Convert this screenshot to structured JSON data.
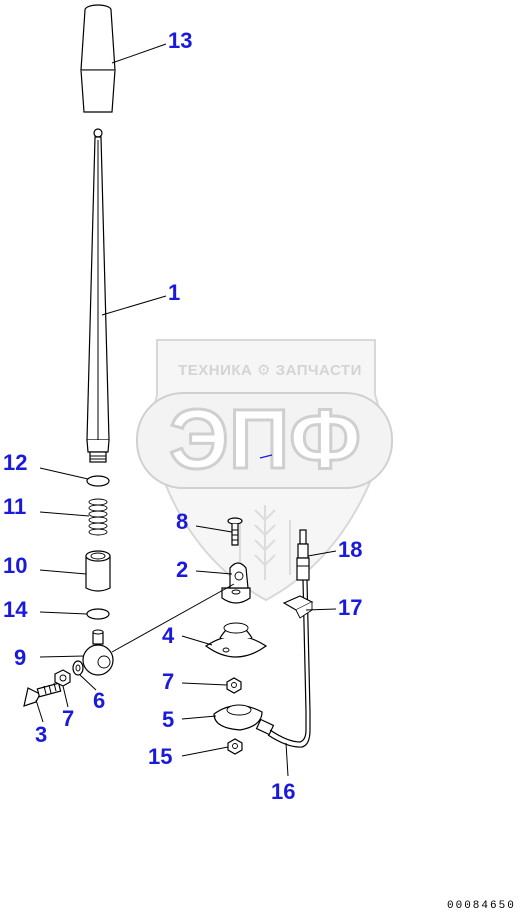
{
  "watermark": {
    "top_text": "ТЕХНИКА ⚙ ЗАПЧАСТИ",
    "big_text": "ЭПФ"
  },
  "figure_number": "00084650",
  "callouts": [
    {
      "id": "13",
      "label": "13"
    },
    {
      "id": "1",
      "label": "1"
    },
    {
      "id": "12",
      "label": "12"
    },
    {
      "id": "11",
      "label": "11"
    },
    {
      "id": "10",
      "label": "10"
    },
    {
      "id": "14",
      "label": "14"
    },
    {
      "id": "9",
      "label": "9"
    },
    {
      "id": "3",
      "label": "3"
    },
    {
      "id": "7a",
      "label": "7"
    },
    {
      "id": "6",
      "label": "6"
    },
    {
      "id": "8",
      "label": "8"
    },
    {
      "id": "2",
      "label": "2"
    },
    {
      "id": "4",
      "label": "4"
    },
    {
      "id": "7b",
      "label": "7"
    },
    {
      "id": "5",
      "label": "5"
    },
    {
      "id": "15",
      "label": "15"
    },
    {
      "id": "16",
      "label": "16"
    },
    {
      "id": "18",
      "label": "18"
    },
    {
      "id": "17",
      "label": "17"
    }
  ],
  "colors": {
    "callout": "#1a1adb",
    "watermark": "#cfcfcf",
    "line": "#000000"
  }
}
